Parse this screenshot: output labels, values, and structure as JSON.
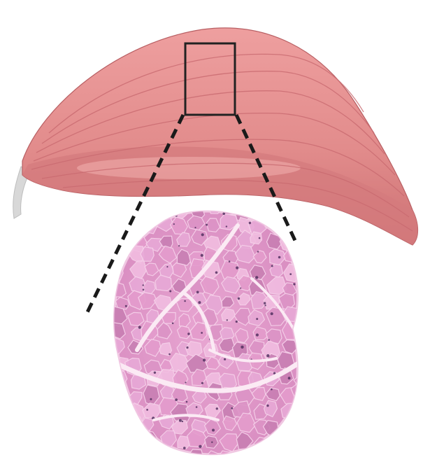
{
  "colors": {
    "background": "#ffffff",
    "muscle_light": "#e99a9a",
    "muscle_mid": "#dd8484",
    "muscle_dark": "#c86b6e",
    "muscle_highlight": "#f2b3b0",
    "tendon": "#d9d9d9",
    "zoom_box": "#222222",
    "guide_lines": "#1a1a1a",
    "tissue_pink": "#e49ccc",
    "tissue_light": "#f1bde0",
    "tissue_dark": "#c87fb3",
    "nucleus": "#4a2a5a",
    "septum": "#fbe9f4"
  },
  "diagram": {
    "muscle_icon": "skeletal-muscle-belly",
    "zoom_icon": "zoom-region-box",
    "tissue_icon": "muscle-cross-section-histology"
  }
}
